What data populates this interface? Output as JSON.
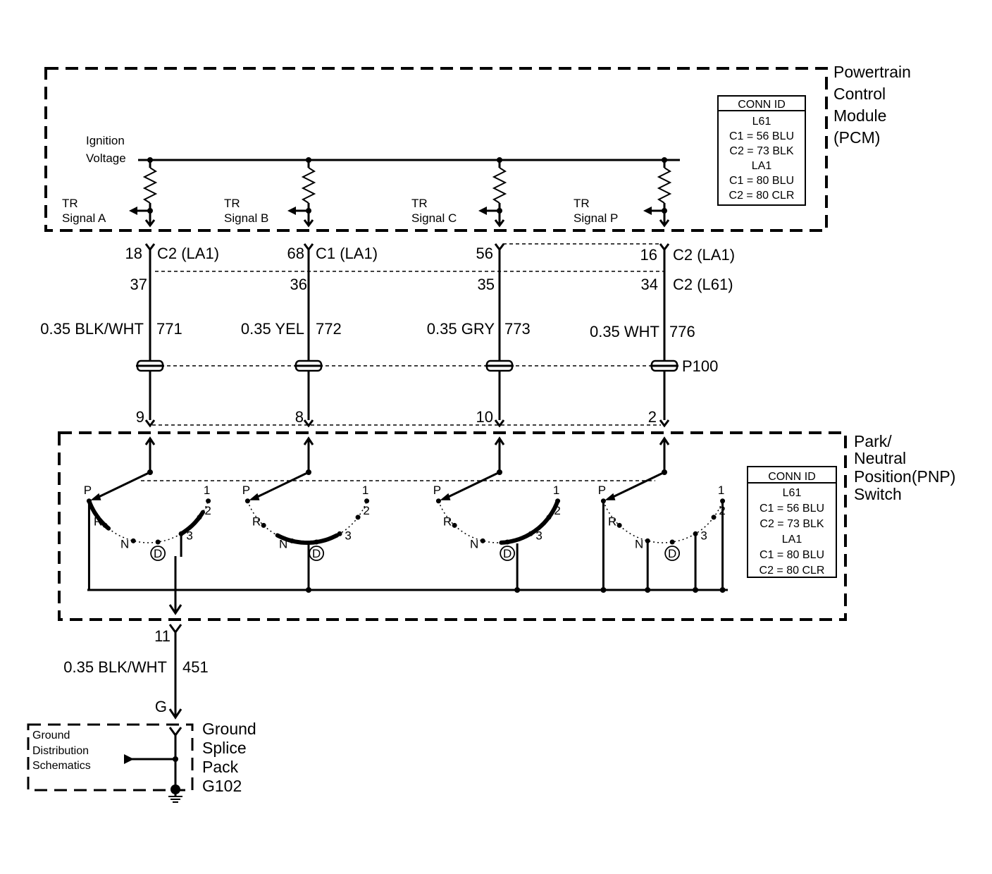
{
  "pcm": {
    "title_lines": [
      "Powertrain",
      "Control",
      "Module",
      "(PCM)"
    ],
    "ignition_lines": [
      "Ignition",
      "Voltage"
    ],
    "signals": [
      {
        "line1": "TR",
        "line2": "Signal A"
      },
      {
        "line1": "TR",
        "line2": "Signal B"
      },
      {
        "line1": "TR",
        "line2": "Signal C"
      },
      {
        "line1": "TR",
        "line2": "Signal P"
      }
    ],
    "conn_id": {
      "header": "CONN ID",
      "lines": [
        "L61",
        "C1 = 56 BLU",
        "C2 = 73 BLK",
        "LA1",
        "C1 = 80 BLU",
        "C2 = 80 CLR"
      ]
    }
  },
  "circuits": [
    {
      "pin_la1": "18",
      "conn_la1": "C2 (LA1)",
      "pin_l61": "37",
      "conn_l61": "",
      "wire_color": "0.35 BLK/WHT",
      "circuit": "771",
      "p100_pin": "9"
    },
    {
      "pin_la1": "68",
      "conn_la1": "C1 (LA1)",
      "pin_l61": "36",
      "conn_l61": "",
      "wire_color": "0.35 YEL",
      "circuit": "772",
      "p100_pin": "8"
    },
    {
      "pin_la1": "56",
      "conn_la1": "",
      "pin_l61": "35",
      "conn_l61": "",
      "wire_color": "0.35 GRY",
      "circuit": "773",
      "p100_pin": "10"
    },
    {
      "pin_la1": "16",
      "conn_la1": "C2 (LA1)",
      "pin_l61": "34",
      "conn_l61": "C2 (L61)",
      "wire_color": "0.35 WHT",
      "circuit": "776",
      "p100_pin": "2"
    }
  ],
  "p100_label": "P100",
  "pnp": {
    "title_lines": [
      "Park/",
      "Neutral",
      "Position(PNP)",
      "Switch"
    ],
    "positions": {
      "P": "P",
      "R": "R",
      "N": "N",
      "D": "D",
      "three": "3",
      "two": "2",
      "one": "1"
    },
    "conn_id": {
      "header": "CONN ID",
      "lines": [
        "L61",
        "C1 = 56 BLU",
        "C2 = 73 BLK",
        "LA1",
        "C1 = 80 BLU",
        "C2 = 80 CLR"
      ]
    }
  },
  "ground_circuit": {
    "pin": "11",
    "wire_color": "0.35 BLK/WHT",
    "circuit": "451",
    "connector": "G"
  },
  "ground_splice": {
    "title_lines": [
      "Ground",
      "Splice",
      "Pack",
      "G102"
    ],
    "ref_lines": [
      "Ground",
      "Distribution",
      "Schematics"
    ]
  }
}
